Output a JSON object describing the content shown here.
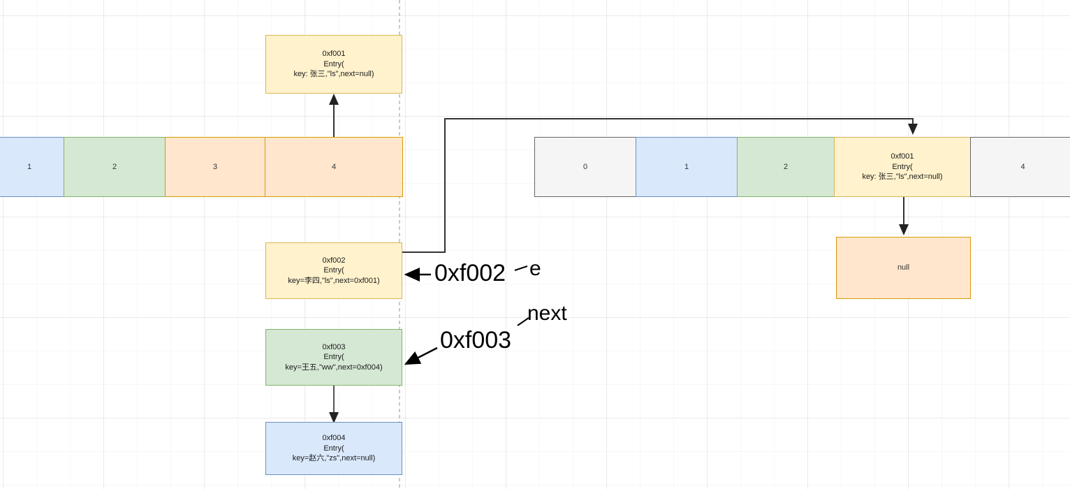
{
  "diagram": {
    "title": "HashMap Entry linked-list diagram",
    "colors": {
      "yellow_fill": "#FFF2CC",
      "yellow_stroke": "#D6B656",
      "green_fill": "#D5E8D4",
      "green_stroke": "#82B366",
      "blue_fill": "#DAE8FC",
      "blue_stroke": "#6C8EBF",
      "orange_fill": "#FFE6CC",
      "orange_stroke": "#D79B00",
      "gray_fill": "#F5F5F5",
      "gray_stroke": "#666666",
      "connector": "#333333"
    }
  },
  "left_array": {
    "name": "left-bucket-array",
    "cells": [
      {
        "label": "1",
        "color": "blue"
      },
      {
        "label": "2",
        "color": "green"
      },
      {
        "label": "3",
        "color": "orange"
      },
      {
        "label": "4",
        "color": "orange"
      }
    ]
  },
  "right_array": {
    "name": "right-bucket-array",
    "cells": [
      {
        "label": "0",
        "color": "gray"
      },
      {
        "label": "1",
        "color": "blue"
      },
      {
        "label": "2",
        "color": "green"
      },
      {
        "label": "0xf001\nEntry(\nkey: 张三,\"ls\",next=null)",
        "color": "yellow"
      },
      {
        "label": "4",
        "color": "gray"
      }
    ]
  },
  "entries": [
    {
      "id": "entry-0xf001",
      "address": "0xf001",
      "text": "0xf001\nEntry(\nkey: 张三,\"ls\",next=null)",
      "color": "yellow"
    },
    {
      "id": "entry-0xf002",
      "address": "0xf002",
      "text": "0xf002\nEntry(\nkey=李四,\"ls\",next=0xf001)",
      "color": "yellow"
    },
    {
      "id": "entry-0xf003",
      "address": "0xf003",
      "text": "0xf003\nEntry(\nkey=王五,\"ww\",next=0xf004)",
      "color": "green"
    },
    {
      "id": "entry-0xf004",
      "address": "0xf004",
      "text": "0xf004\nEntry(\nkey=赵六,\"zs\",next=null)",
      "color": "blue"
    }
  ],
  "null_node": {
    "id": "null-node",
    "text": "null",
    "color": "orange"
  },
  "annotations": [
    {
      "id": "annot-0xf002",
      "text": "0xf002"
    },
    {
      "id": "annot-e",
      "text": "e"
    },
    {
      "id": "annot-0xf003",
      "text": "0xf003"
    },
    {
      "id": "annot-next",
      "text": "next"
    }
  ]
}
